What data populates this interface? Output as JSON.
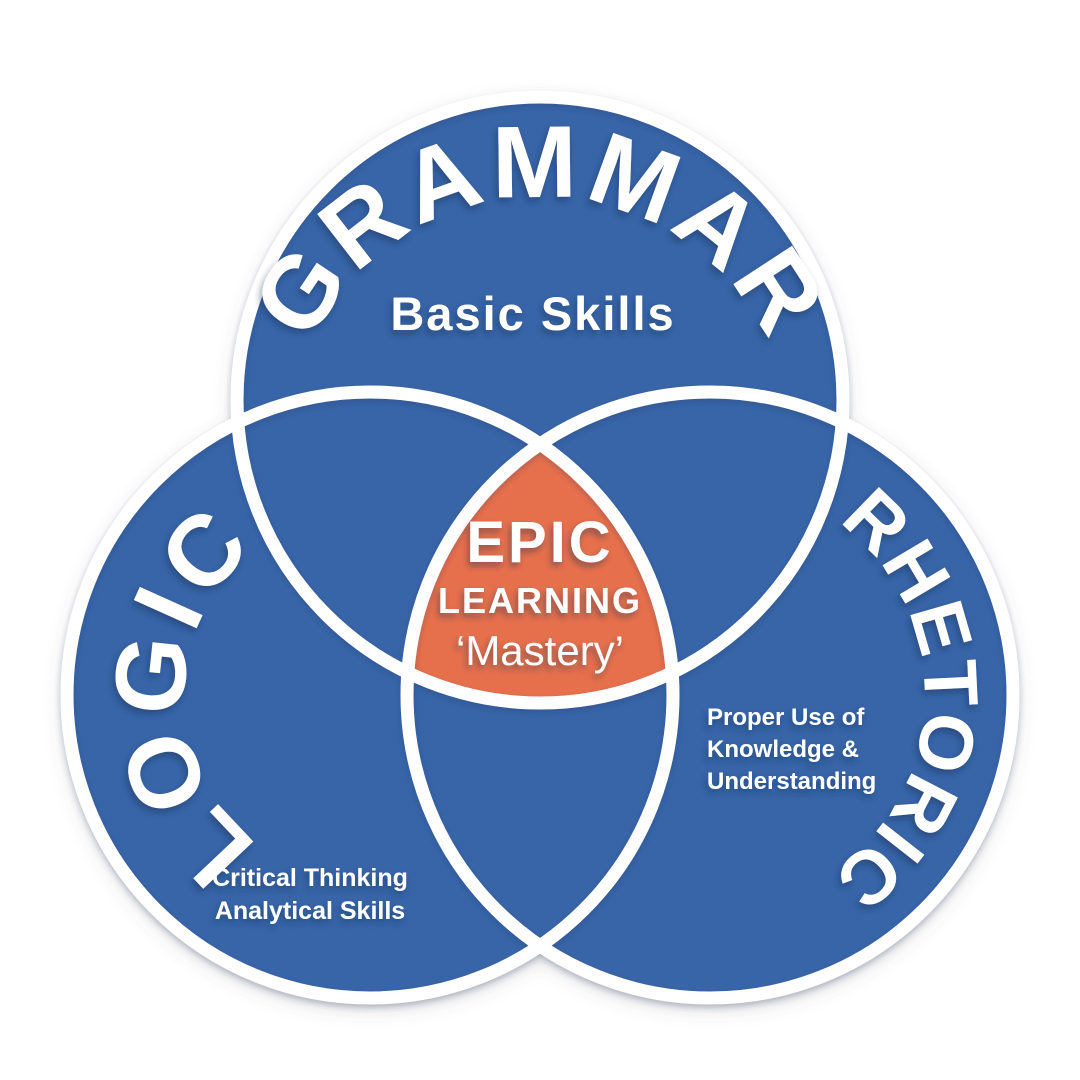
{
  "colors": {
    "circle_blue": "#3765A8",
    "center_orange": "#E7704C",
    "outline_white": "#FFFFFF",
    "text_white": "#FFFFFF",
    "background": "#FFFFFF"
  },
  "circles": {
    "grammar": {
      "title": "GRAMMAR",
      "subtitle": "Basic Skills"
    },
    "logic": {
      "title": "LOGIC",
      "notes": [
        "Critical Thinking",
        "Analytical Skills"
      ]
    },
    "rhetoric": {
      "title": "RHETORIC",
      "notes": [
        "Proper Use of",
        "Knowledge &",
        "Understanding"
      ]
    }
  },
  "center": {
    "title": "EPIC",
    "subtitle": "LEARNING",
    "tagline": "‘Mastery’"
  }
}
